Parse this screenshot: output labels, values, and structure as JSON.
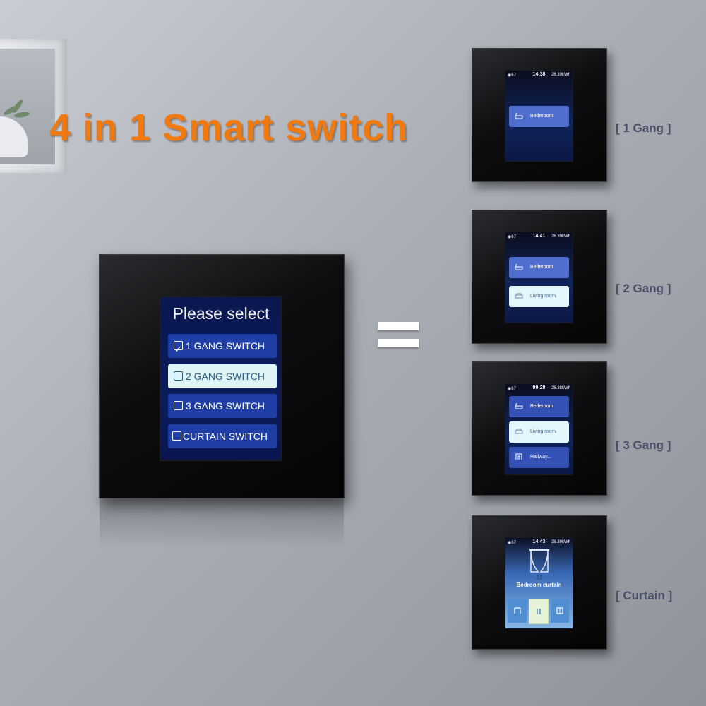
{
  "headline": "4 in 1 Smart switch",
  "main_screen": {
    "title": "Please select",
    "options": [
      {
        "label": "1 GANG SWITCH",
        "checked": true
      },
      {
        "label": "2 GANG SWITCH",
        "checked": false,
        "highlighted": true
      },
      {
        "label": "3 GANG SWITCH",
        "checked": false
      },
      {
        "label": "CURTAIN SWITCH",
        "checked": false
      }
    ]
  },
  "panels": [
    {
      "label": "[ 1 Gang ]",
      "status": {
        "left": "◉67",
        "time": "14:38",
        "right": "26.39kWh"
      },
      "tiles": [
        {
          "label": "Bederoom",
          "icon": "bathtub-icon",
          "style": "normal"
        }
      ]
    },
    {
      "label": "[ 2 Gang ]",
      "status": {
        "left": "◉67",
        "time": "14:41",
        "right": "26.39kWh"
      },
      "tiles": [
        {
          "label": "Bederoom",
          "icon": "bathtub-icon",
          "style": "normal"
        },
        {
          "label": "Living room",
          "icon": "sofa-icon",
          "style": "light"
        }
      ]
    },
    {
      "label": "[ 3 Gang ]",
      "status": {
        "left": "◉67",
        "time": "09:28",
        "right": "26.38kWh"
      },
      "tiles": [
        {
          "label": "Bederoom",
          "icon": "bathtub-icon",
          "style": "dark"
        },
        {
          "label": "Living room",
          "icon": "sofa-icon",
          "style": "light"
        },
        {
          "label": "Hallway...",
          "icon": "door-icon",
          "style": "dark"
        }
      ]
    },
    {
      "label": "[ Curtain ]",
      "status": {
        "left": "◉67",
        "time": "14:43",
        "right": "26.39kWh"
      },
      "curtain": {
        "value": "34",
        "name": "Bedroom curtain"
      }
    }
  ],
  "colors": {
    "headline": "#f07a10",
    "label": "#4a5068",
    "screen_blue": "#1f3fa6"
  }
}
